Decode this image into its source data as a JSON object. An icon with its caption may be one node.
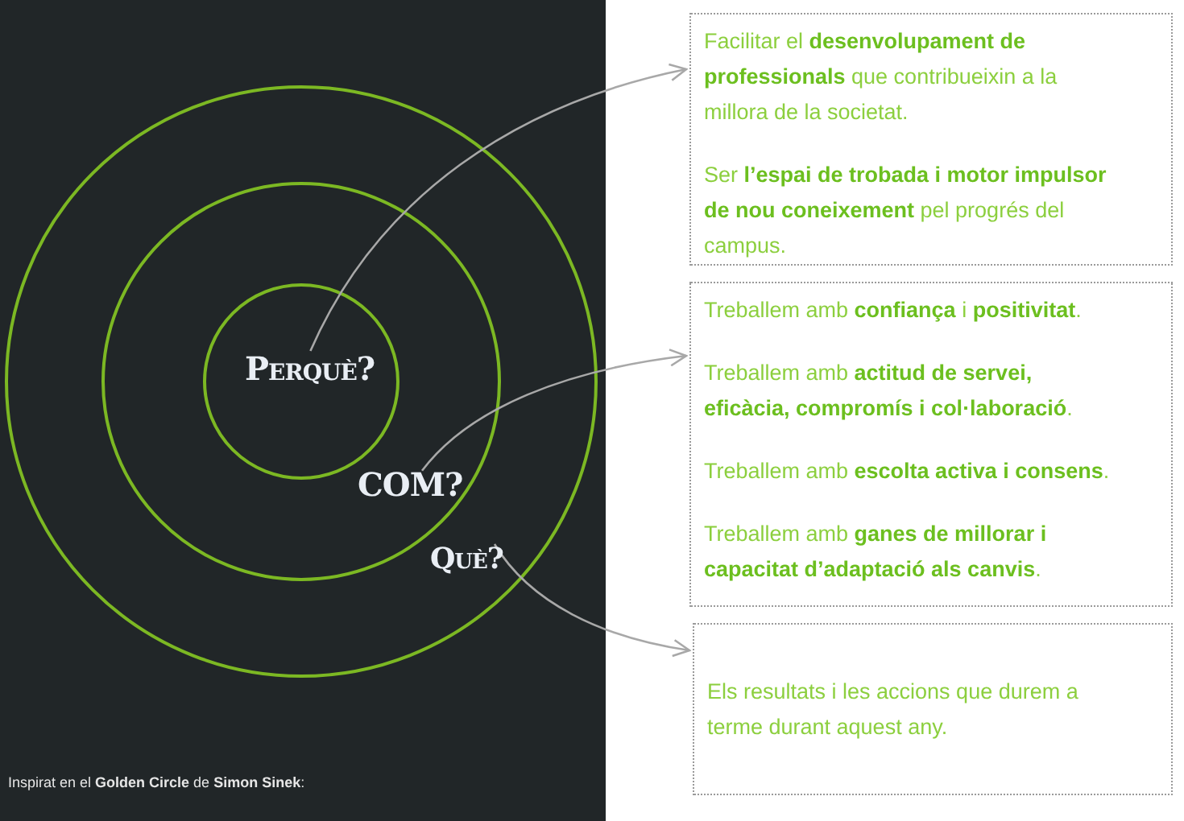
{
  "diagram": {
    "nodes": [
      {
        "text": [
          "Perquè?"
        ]
      },
      {
        "text": [
          "COM?"
        ]
      },
      {
        "text": [
          "Què?"
        ]
      },
      {
        "text": [
          "Facilitar el **desenvolupament de professionals** que contribueixin a la millora de la societat.",
          "Ser **l’espai de trobada i motor impulsor de nou coneixement** pel progrés del campus."
        ]
      },
      {
        "text": [
          "Treballem amb **confiança** i **positivitat**.",
          "Treballem amb **actitud de servei, eficàcia, compromís i col·laboració**.",
          "Treballem amb **escolta activa i consens**.",
          "Treballem amb **ganes de millorar i capacitat d’adaptació als canvis**."
        ]
      },
      {
        "text": [
          "Els resultats i les accions que durem a terme durant aquest any."
        ]
      }
    ],
    "edges": [
      {
        "from": 0,
        "to": 3,
        "arrow": "to"
      },
      {
        "from": 1,
        "to": 4,
        "arrow": "to"
      },
      {
        "from": 2,
        "to": 5,
        "arrow": "to"
      }
    ],
    "labels": [
      "Inspirat en el **Golden Circle** de **Simon Sinek**:"
    ]
  }
}
